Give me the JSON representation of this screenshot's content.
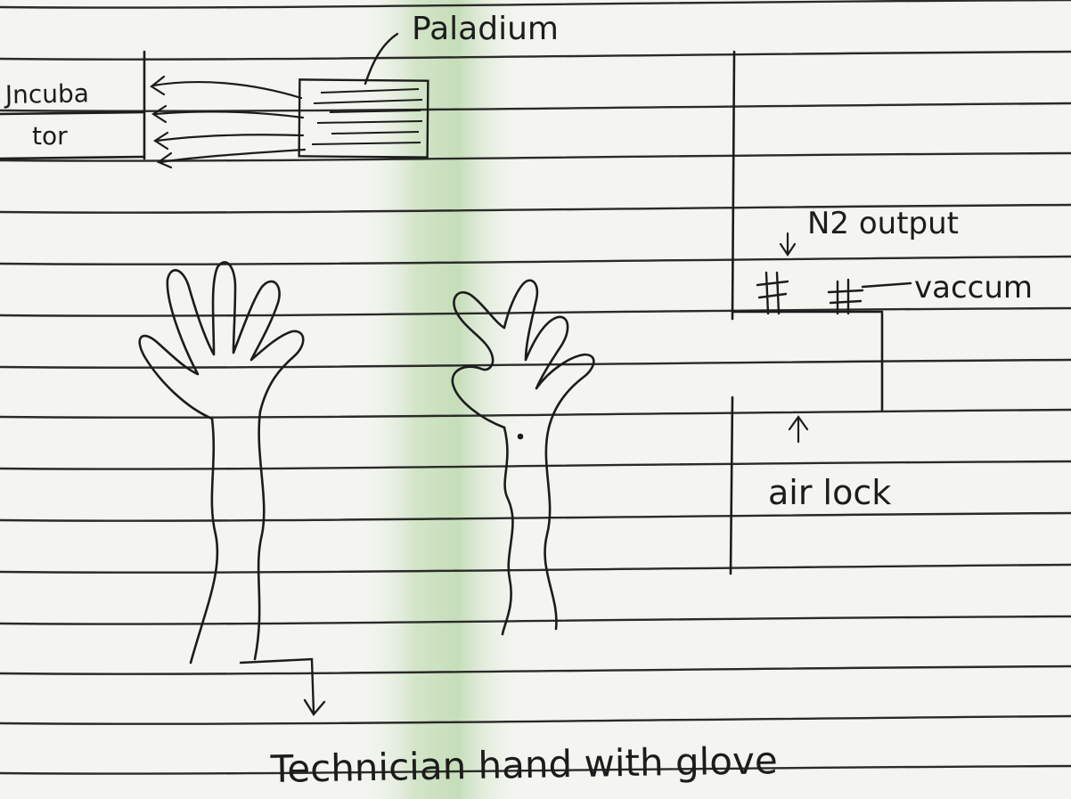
{
  "labels": {
    "palladium": "Paladium",
    "incubator_line1": "Jncuba",
    "incubator_line2": "tor",
    "n2_output": "N2 output",
    "vacuum": "vaccum",
    "air_lock": "air lock",
    "technician_hand": "Technician hand with glove"
  },
  "colors": {
    "ink": "#1c1c1c",
    "paper": "#f4f5f1",
    "paper_green_tint": "#d6e6cd",
    "rule_line": "#2a2a2a"
  }
}
